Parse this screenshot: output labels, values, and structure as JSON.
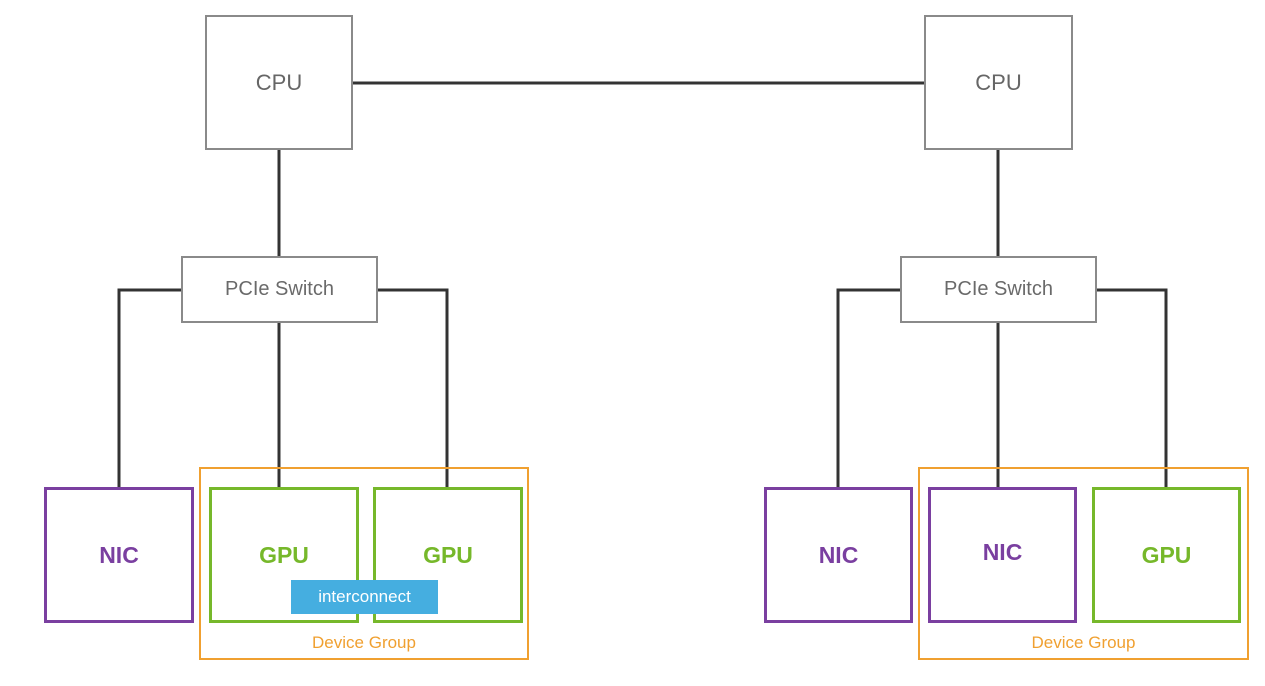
{
  "left_node": {
    "cpu": "CPU",
    "switch": "PCIe Switch",
    "nic": "NIC",
    "gpu_a": "GPU",
    "gpu_b": "GPU",
    "interconnect": "interconnect",
    "group_label": "Device Group"
  },
  "right_node": {
    "cpu": "CPU",
    "switch": "PCIe Switch",
    "nic": "NIC",
    "nic_grouped": "NIC",
    "gpu": "GPU",
    "group_label": "Device Group"
  },
  "colors": {
    "wire": "#333333",
    "box_border": "#8a8a8a",
    "nic": "#7a3fa0",
    "gpu": "#76b82a",
    "group": "#f0a030",
    "interconnect": "#45aee0"
  }
}
